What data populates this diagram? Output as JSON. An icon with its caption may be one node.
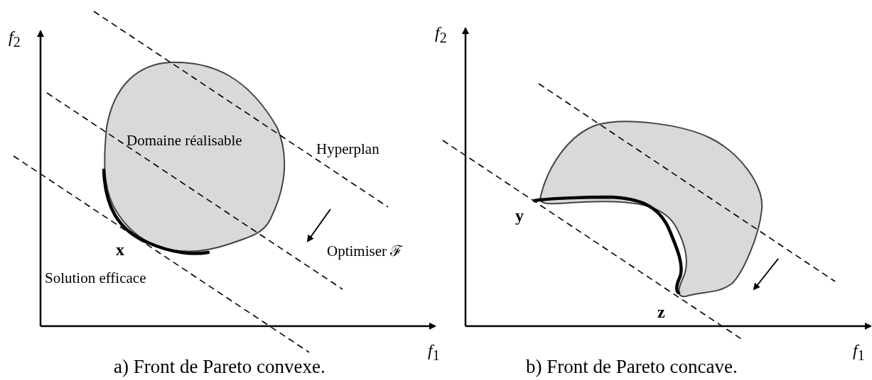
{
  "diagram": {
    "nodes": [
      {
        "text": [
          "Domaine réalisable"
        ]
      },
      {
        "text": [],
        "shape": "blob"
      }
    ],
    "labels": [
      "*f*$_{2}$",
      "Hyperplan",
      "Optimiser ℱ",
      "**x**",
      "Solution efficace",
      "*f*$_{1}$",
      "a)  Front de Pareto convexe.",
      "*f*$_{2}$",
      "**y**",
      "**z**",
      "*f*$_{1}$",
      "b)  Front de Pareto concave."
    ]
  }
}
